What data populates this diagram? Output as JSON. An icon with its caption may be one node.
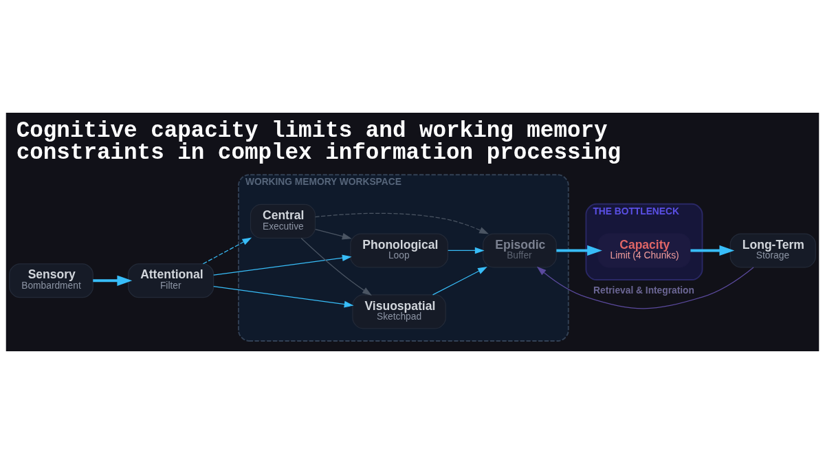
{
  "diagram": {
    "title": "Cognitive capacity limits and working memory constraints in complex information processing",
    "nodes": [
      {
        "text": [
          "Sensory",
          "Bombardment"
        ]
      },
      {
        "text": [
          "Attentional",
          "Filter"
        ]
      },
      {
        "text": [
          "WORKING MEMORY WORKSPACE"
        ]
      },
      {
        "text": [
          "Central",
          "Executive"
        ],
        "in": 2
      },
      {
        "text": [
          "Phonological",
          "Loop"
        ],
        "in": 2
      },
      {
        "text": [
          "Visuospatial",
          "Sketchpad"
        ],
        "in": 2
      },
      {
        "text": [
          "Episodic",
          "Buffer"
        ],
        "in": 2
      },
      {
        "text": [
          "THE BOTTLENECK"
        ]
      },
      {
        "text": [
          "Capacity",
          "Limit (4 Chunks)"
        ],
        "in": 7
      },
      {
        "text": [
          "Long-Term",
          "Storage"
        ]
      }
    ],
    "edges": [
      {
        "from": 0,
        "to": 1,
        "arrow": "to",
        "style": "thick"
      },
      {
        "from": 1,
        "to": 3,
        "arrow": "to",
        "style": "dashed"
      },
      {
        "from": 1,
        "to": 4,
        "arrow": "to"
      },
      {
        "from": 1,
        "to": 5,
        "arrow": "to"
      },
      {
        "from": 3,
        "to": 4,
        "arrow": "to",
        "color": "#4b5563"
      },
      {
        "from": 3,
        "to": 5,
        "arrow": "to",
        "color": "#4b5563"
      },
      {
        "from": 3,
        "to": 6,
        "arrow": "to",
        "style": "dashed",
        "color": "#4b5563"
      },
      {
        "from": 4,
        "to": 6,
        "arrow": "to"
      },
      {
        "from": 5,
        "to": 6,
        "arrow": "to"
      },
      {
        "from": 6,
        "to": 8,
        "arrow": "to",
        "style": "thick"
      },
      {
        "from": 8,
        "to": 9,
        "arrow": "to",
        "style": "thick"
      },
      {
        "from": 9,
        "to": 6,
        "arrow": "to",
        "label": "Retrieval & Integration",
        "color": "#5b4a9e"
      }
    ]
  }
}
